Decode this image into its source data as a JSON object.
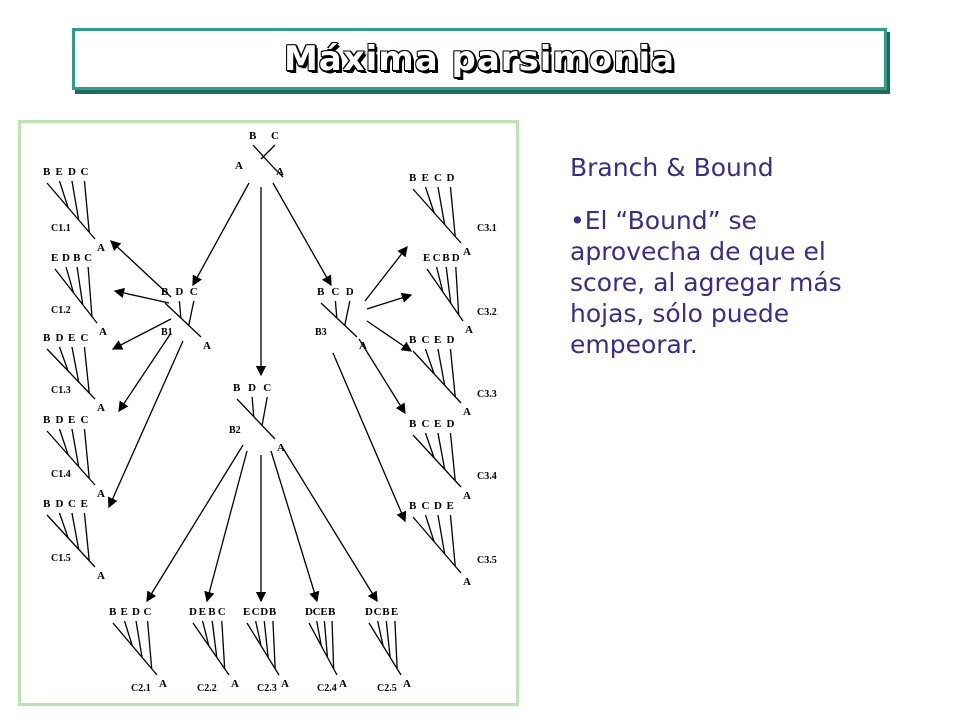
{
  "title": "Máxima parsimonia",
  "side": {
    "heading": "Branch & Bound",
    "bullet": "•El “Bound” se aprovecha de que el score, al agregar más hojas, sólo puede empeorar."
  },
  "diagram": {
    "trees": [
      {
        "id": "A",
        "root": "A",
        "taxa": [
          "B",
          "C"
        ]
      },
      {
        "id": "B1",
        "taxa": [
          "B",
          "D",
          "C"
        ],
        "root": "A"
      },
      {
        "id": "B2",
        "taxa": [
          "B",
          "D",
          "C"
        ],
        "root": "A"
      },
      {
        "id": "B3",
        "taxa": [
          "B",
          "C",
          "D"
        ],
        "root": "A"
      },
      {
        "id": "C1.1",
        "taxa": [
          "B",
          "E",
          "D",
          "C"
        ],
        "root": "A"
      },
      {
        "id": "C1.2",
        "taxa": [
          "E",
          "D",
          "B",
          "C"
        ],
        "root": "A"
      },
      {
        "id": "C1.3",
        "taxa": [
          "B",
          "D",
          "E",
          "C"
        ],
        "root": "A"
      },
      {
        "id": "C1.4",
        "taxa": [
          "B",
          "D",
          "E",
          "C"
        ],
        "root": "A"
      },
      {
        "id": "C1.5",
        "taxa": [
          "B",
          "D",
          "C",
          "E"
        ],
        "root": "A"
      },
      {
        "id": "C2.1",
        "taxa": [
          "B",
          "E",
          "D",
          "C"
        ],
        "root": "A"
      },
      {
        "id": "C2.2",
        "taxa": [
          "D",
          "E",
          "B",
          "C"
        ],
        "root": "A"
      },
      {
        "id": "C2.3",
        "taxa": [
          "E",
          "C",
          "D",
          "B"
        ],
        "root": "A"
      },
      {
        "id": "C2.4",
        "taxa": [
          "D",
          "C",
          "E",
          "B"
        ],
        "root": "A"
      },
      {
        "id": "C2.5",
        "taxa": [
          "D",
          "C",
          "B",
          "E"
        ],
        "root": "A"
      },
      {
        "id": "C3.1",
        "taxa": [
          "B",
          "E",
          "C",
          "D"
        ],
        "root": "A"
      },
      {
        "id": "C3.2",
        "taxa": [
          "E",
          "C",
          "B",
          "D"
        ],
        "root": "A"
      },
      {
        "id": "C3.3",
        "taxa": [
          "B",
          "C",
          "E",
          "D"
        ],
        "root": "A"
      },
      {
        "id": "C3.4",
        "taxa": [
          "B",
          "C",
          "E",
          "D"
        ],
        "root": "A"
      },
      {
        "id": "C3.5",
        "taxa": [
          "B",
          "C",
          "D",
          "E"
        ],
        "root": "A"
      }
    ]
  }
}
